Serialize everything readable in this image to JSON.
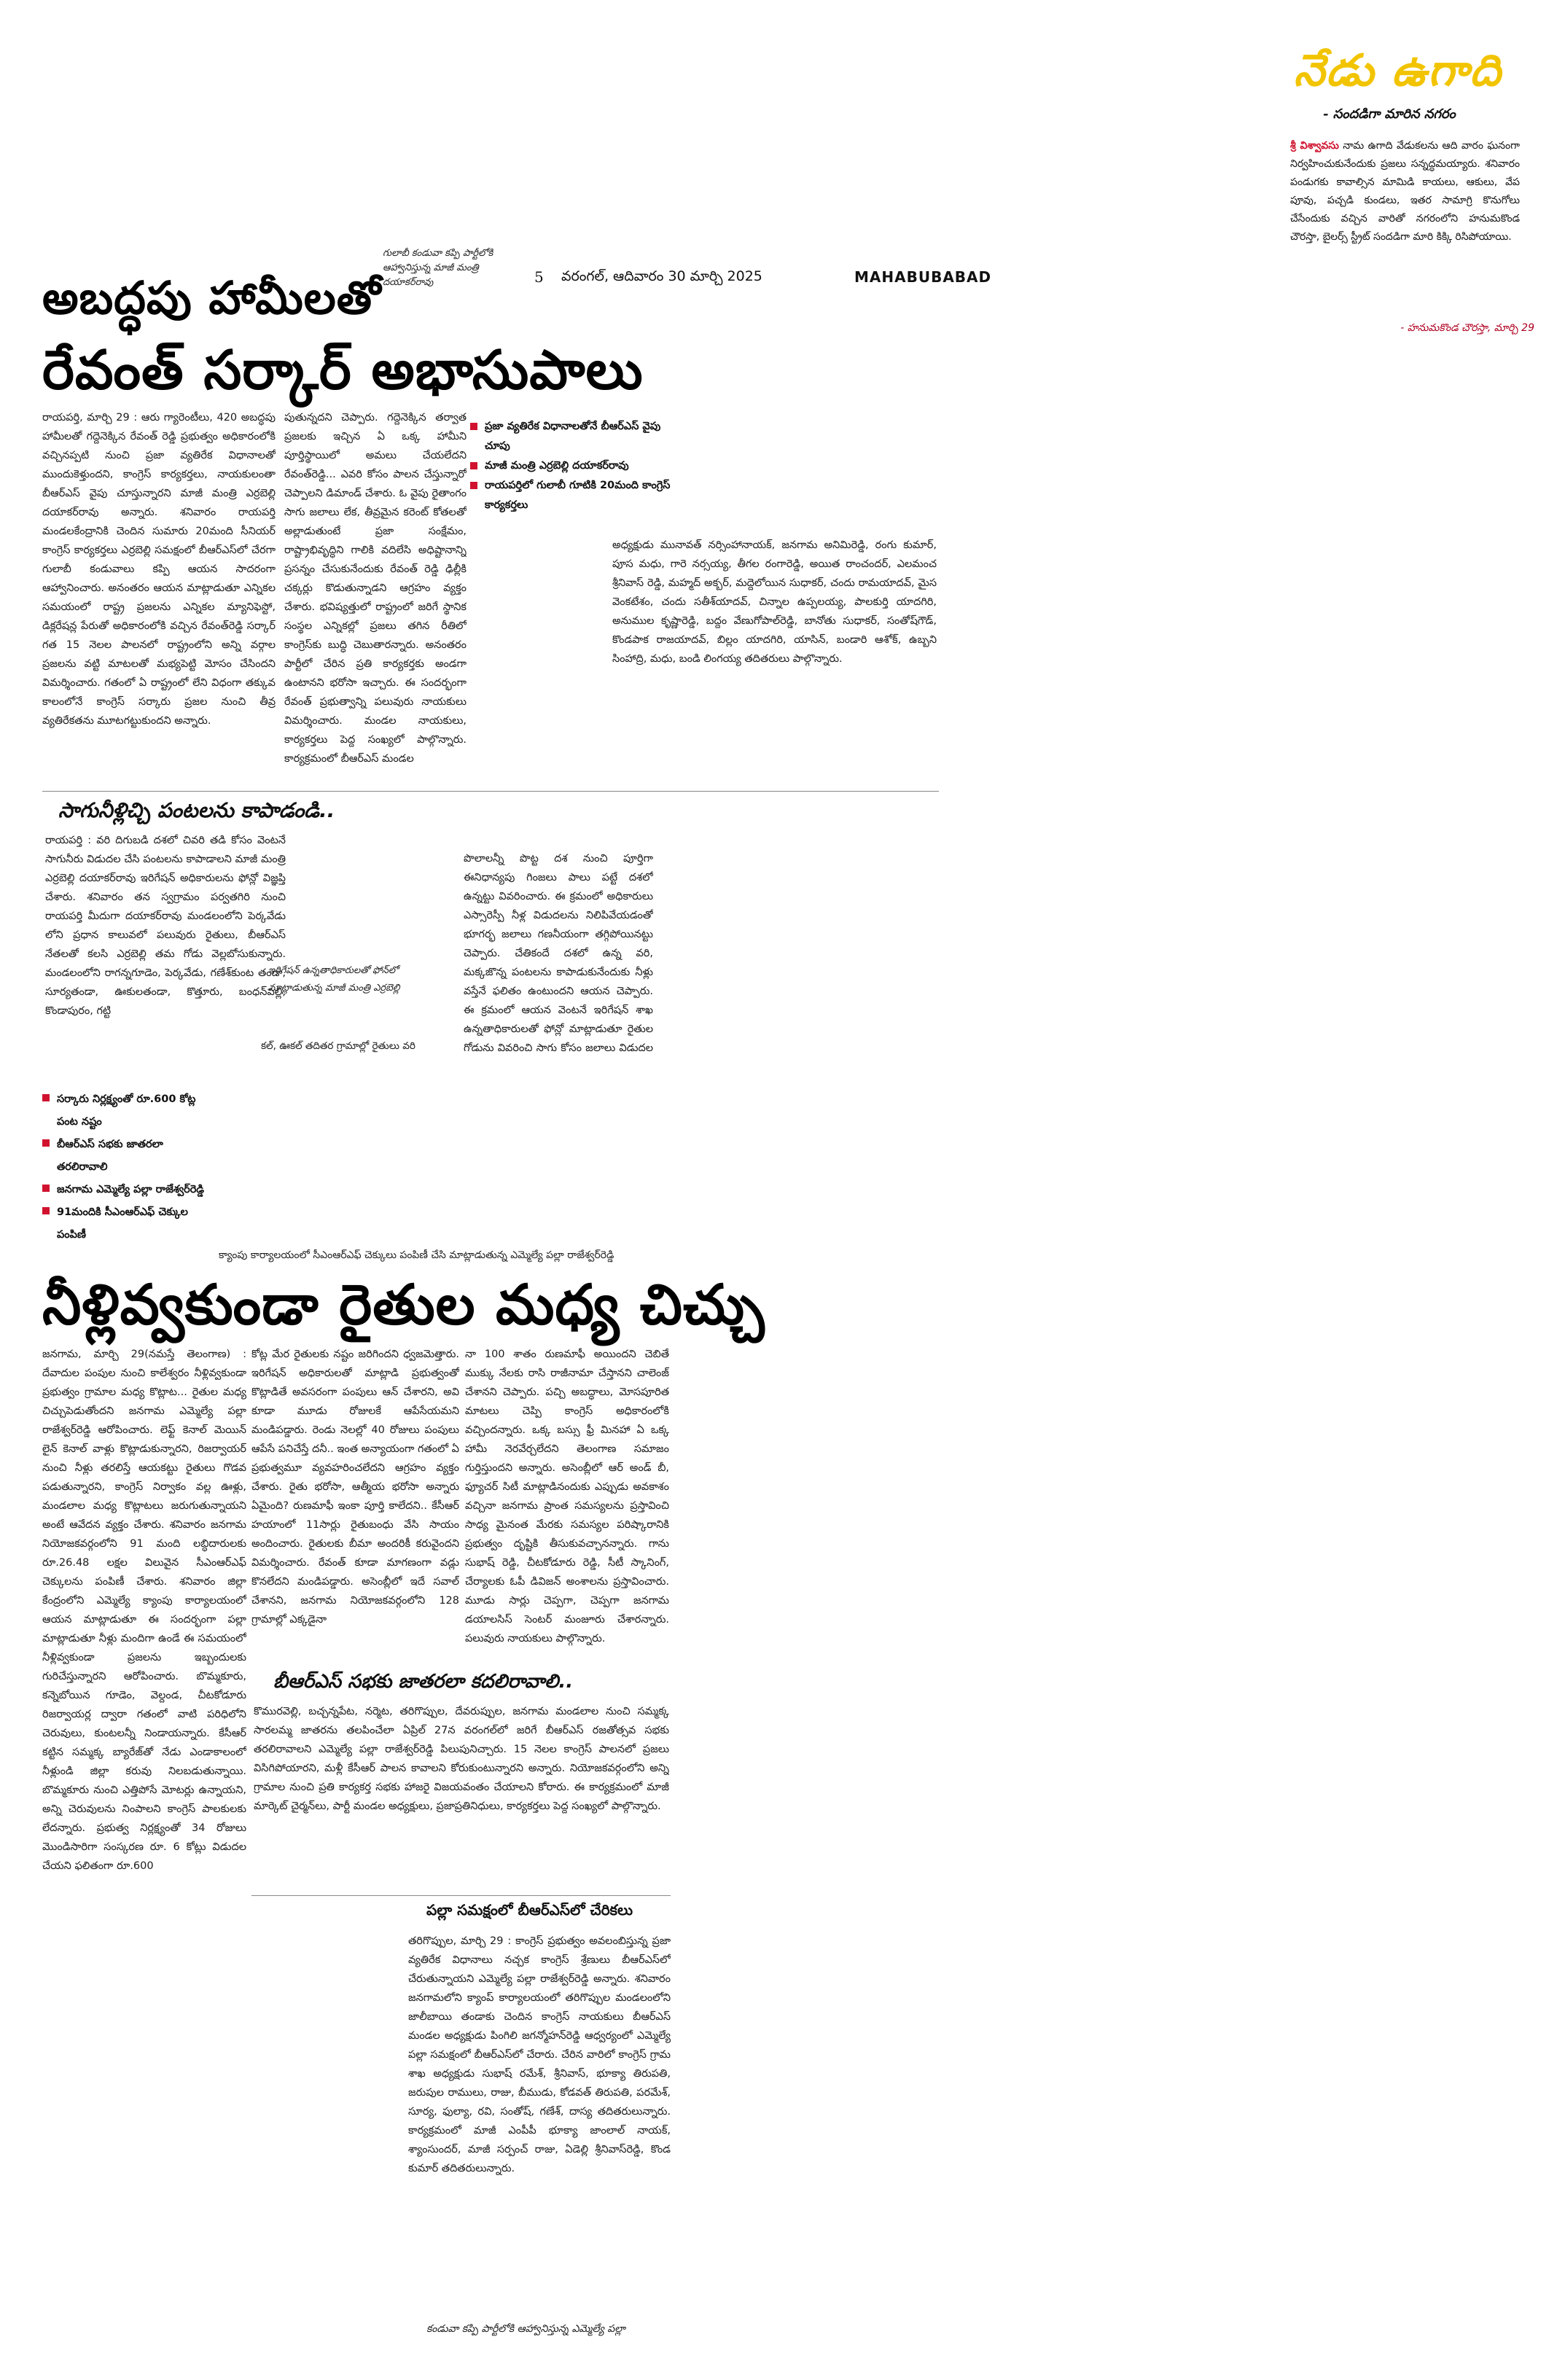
{
  "masthead": {
    "page_number": "5",
    "date_line": "వరంగల్, ఆదివారం 30 మార్చి 2025",
    "edition": "MAHABUBABAD"
  },
  "ugadi": {
    "title": "నేడు ఉగాది",
    "subtitle": "- సందడిగా మారిన నగరం",
    "body_highlight": "శ్రీ విశ్వావసు",
    "body": "నామ ఉగాది వేడుకలను ఆది వారం ఘనంగా నిర్వహించుకునేందుకు ప్రజలు సన్నద్ధమయ్యారు. శనివారం పండుగకు కావాల్సిన మామిడి కాయలు, ఆకులు, వేప పూవు, పచ్చడి కుండలు, ఇతర సామాగ్రి కొనుగోలు చేసేందుకు వచ్చిన వారితో నగరంలోని హనుమకొండ చౌరస్తా, బైలర్స్ స్ట్రీట్ సందడిగా మారి కిక్కి రిసిపోయాయి.",
    "credit": "- హనుమకొండ చౌరస్తా, మార్చి 29"
  },
  "story1": {
    "headline_line1": "అబద్ధపు హామీలతో",
    "headline_line2": "రేవంత్ సర్కార్ అభాసుపాలు",
    "kicker": "గులాబీ కండువా కప్పి పార్టీలోకి ఆహ్వానిస్తున్న మాజీ మంత్రి దయాకర్‌రావు",
    "col1": "రాయపర్తి, మార్చి 29 : ఆరు గ్యారెంటీలు, 420 అబద్ధపు హామీలతో గద్దెనెక్కిన రేవంత్ రెడ్డి ప్రభుత్వం అధికారంలోకి వచ్చినప్పటి నుంచి ప్రజా వ్యతిరేక విధానాలతో ముందుకెళ్తుందని, కాంగ్రెస్ కార్యకర్తలు, నాయకులంతా బీఆర్ఎస్ వైపు చూస్తున్నారని మాజీ మంత్రి ఎర్రబెల్లి దయాకర్‌రావు అన్నారు. శనివారం రాయపర్తి మండలకేంద్రానికి చెందిన సుమారు 20మంది సీనియర్ కాంగ్రెస్ కార్యకర్తలు ఎర్రబెల్లి సమక్షంలో బీఆర్ఎస్‌లో చేరగా గులాబీ కండువాలు కప్పి ఆయన సాదరంగా ఆహ్వానించారు. అనంతరం ఆయన మాట్లాడుతూ ఎన్నికల సమయంలో రాష్ట్ర ప్రజలను ఎన్నికల మ్యానిఫెస్టో, డిక్లరేషన్ల పేరుతో అధికారంలోకి వచ్చిన రేవంత్‌రెడ్డి సర్కార్ గత 15 నెలల పాలనలో రాష్ట్రంలోని అన్ని వర్గాల ప్రజలను వట్టి మాటలతో మభ్యపెట్టి మోసం చేసిందని విమర్శించారు. గతంలో ఏ రాష్ట్రంలో లేని విధంగా తక్కువ కాలంలోనే కాంగ్రెస్ సర్కారు ప్రజల నుంచి తీవ్ర వ్యతిరేకతను మూటగట్టుకుందని అన్నారు.",
    "col2": "పుతున్నదని చెప్పారు. గద్దెనెక్కిన తర్వాత ప్రజలకు ఇచ్చిన ఏ ఒక్క హామీని పూర్తిస్థాయిలో అమలు చేయలేదని రేవంత్‌రెడ్డి... ఎవరి కోసం పాలన చేస్తున్నారో చెప్పాలని డిమాండ్ చేశారు. ఓ వైపు రైతాంగం సాగు జలాలు లేక, తీవ్రమైన కరెంట్ కోతలతో అల్లాడుతుంటే ప్రజా సంక్షేమం, రాష్ట్రాభివృద్ధిని గాలికి వదిలేసి అధిష్టానాన్ని ప్రసన్నం చేసుకునేందుకు రేవంత్ రెడ్డి ఢిల్లీకి చక్కర్లు కొడుతున్నాడని ఆగ్రహం వ్యక్తం చేశారు. భవిష్యత్తులో రాష్ట్రంలో జరిగే స్థానిక సంస్థల ఎన్నికల్లో ప్రజలు తగిన రీతిలో కాంగ్రెస్‌కు బుద్ధి చెబుతారన్నారు. అనంతరం పార్టీలో చేరిన ప్రతి కార్యకర్తకు అండగా ఉంటానని భరోసా ఇచ్చారు. ఈ సందర్భంగా రేవంత్ ప్రభుత్వాన్ని పలువురు నాయకులు విమర్శించారు. మండల నాయకులు, కార్యకర్తలు పెద్ద సంఖ్యలో పాల్గొన్నారు. కార్యక్రమంలో బీఆర్ఎస్ మండల",
    "bullets": [
      "ప్రజా వ్యతిరేక విధానాలతోనే బీఆర్ఎస్ వైపు చూపు",
      "మాజీ మంత్రి ఎర్రబెల్లి దయాకర్‌రావు",
      "రాయపర్తిలో గులాబీ గూటికి 20మంది కాంగ్రెస్ కార్యకర్తలు"
    ],
    "col3": "అధ్యక్షుడు మునావత్ నర్సింహానాయక్, జనగామ అనిమిరెడ్డి, రంగు కుమార్, పూస మధు, గారె నర్సయ్య, తీగల రంగారెడ్డి, అయిత రాంచందర్, ఎలమంచ శ్రీనివాస్ రెడ్డి, మహ్మద్ అక్బర్, మద్దెలోయిన సుధాకర్, చందు రామయాదవ్, మైస వెంకటేశం, చందు సతీశ్‌యాదవ్, చిన్నాల ఉప్పలయ్య, పాలకుర్తి యాదగిరి, అనుముల కృష్ణారెడ్డి, బద్దం వేణుగోపాల్‌రెడ్డి, బానోతు సుధాకర్, సంతోష్‌గౌడ్, కొండపాక రాజయాదవ్, బిల్లం యాదగిరి, యాసిన్, బండారి ఆశోక్, ఉబ్బని సింహాద్రి, మధు, బండి లింగయ్య తదితరులు పాల్గొన్నారు."
  },
  "story2": {
    "headline": "సాగునీళ్లిచ్చి పంటలను కాపాడండి..",
    "col1": "రాయపర్తి : వరి దిగుబడి దశలో చివరి తడి కోసం వెంటనే సాగునీరు విడుదల చేసి పంటలను కాపాడాలని మాజీ మంత్రి ఎర్రబెల్లి దయాకర్‌రావు ఇరిగేషన్ అధికారులను ఫోన్లో విజ్ఞప్తి చేశారు. శనివారం తన స్వగ్రామం పర్వతగిరి నుంచి రాయపర్తి మీదుగా దయాకర్‌రావు మండలంలోని పెర్కవేడు లోని ప్రధాన కాలువలో పలువురు రైతులు, బీఆర్ఎస్ నేతలతో కలసి ఎర్రబెల్లి తమ గోడు వెల్లబోసుకున్నారు. మండలంలోని రాగన్నగూడెం, పెర్కవేడు, గణేశ్‌కుంట తండా, సూర్యతండా, ఊకులతండా, కొత్తూరు, బంధన్‌పల్లి, కొండాపురం, గట్టి",
    "caption": "ఇరిగేషన్ ఉన్నతాధికారులతో ఫోన్‌లో మాట్లాడుతున్న మాజీ మంత్రి ఎర్రబెల్లి",
    "col2_lead": "కల్, ఊకల్ తదితర గ్రామాల్లో రైతులు వరి",
    "col3": "పొలాలన్నీ పొట్ట దశ నుంచి పూర్తిగా ఈనిధాన్యపు గింజలు పాలు పట్టే దశలో ఉన్నట్టు వివరించారు. ఈ క్రమంలో అధికారులు ఎస్సారెస్పీ నీళ్ల విడుదలను నిలిపివేయడంతో భూగర్భ జలాలు గణనీయంగా తగ్గిపోయినట్టు చెప్పారు. చేతికందే దశలో ఉన్న వరి, మక్కజొన్న పంటలను కాపాడుకునేందుకు నీళ్లు వస్తేనే ఫలితం ఉంటుందని ఆయన చెప్పారు. ఈ క్రమంలో ఆయన వెంటనే ఇరిగేషన్ శాఖ ఉన్నతాధికారులతో ఫోన్లో మాట్లాడుతూ రైతుల గోడును వివరించి సాగు కోసం జలాలు విడుదల చేయాలని కోరారు."
  },
  "story3": {
    "bullets": [
      "సర్కారు నిర్లక్ష్యంతో రూ.600 కోట్ల పంట నష్టం",
      "బీఆర్ఎస్ సభకు జాతరలా తరలిరావాలి",
      "జనగామ ఎమ్మెల్యే పల్లా రాజేశ్వర్‌రెడ్డి",
      "91మందికి సీఎంఆర్ఎఫ్ చెక్కుల పంపిణీ"
    ],
    "photo_caption": "క్యాంపు కార్యాలయంలో సీఎంఆర్ఎఫ్ చెక్కులు పంపిణీ చేసి మాట్లాడుతున్న ఎమ్మెల్యే పల్లా రాజేశ్వర్‌రెడ్డి",
    "headline": "నీళ్లివ్వకుండా రైతుల మధ్య చిచ్చు",
    "col1": "జనగామ, మార్చి 29(నమస్తే తెలంగాణ) : దేవాదుల పంపుల నుంచి కాలేశ్వరం నీళ్లివ్వకుండా ప్రభుత్వం గ్రామాల మధ్య కొట్లాట... రైతుల మధ్య చిచ్చుపెడుతోందని జనగామ ఎమ్మెల్యే పల్లా రాజేశ్వర్‌రెడ్డి ఆరోపించారు. లెఫ్ట్ కెనాల్ మెయిన్ లైన్ కెనాల్ వాళ్లు కొట్లాడుకున్నారని, రిజర్వాయర్ నుంచి నీళ్లు తరలిస్తే ఆయకట్టు రైతులు గొడవ పడుతున్నారని, కాంగ్రెస్ నిర్వాకం వల్ల ఊళ్లు, మండలాల మధ్య కొట్లాటలు జరుగుతున్నాయని అంటే ఆవేదన వ్యక్తం చేశారు. శనివారం జనగామ నియోజకవర్గంలోని 91 మంది లబ్ధిదారులకు రూ.26.48 లక్షల విలువైన సీఎంఆర్ఎఫ్ చెక్కులను పంపిణీ చేశారు. శనివారం జిల్లా కేంద్రంలోని ఎమ్మెల్యే క్యాంపు కార్యాలయంలో ఆయన మాట్లాడుతూ ఈ సందర్భంగా పల్లా మాట్లాడుతూ నీళ్లు మందిగా ఉండే ఈ సమయంలో నీళ్లివ్వకుండా ప్రజలను ఇబ్బందులకు గురిచేస్తున్నారని ఆరోపించారు. బొమ్మకూరు, కన్నెబోయిన గూడెం, వెల్దండ, చీటకోడూరు రిజర్వాయర్ల ద్వారా గతంలో వాటి పరిధిలోని చెరువులు, కుంటలన్నీ నిండాయన్నారు. కేసీఆర్ కట్టిన సమ్మక్క బ్యారేజ్‌తో నేడు ఎండాకాలంలో నీళ్లుండి జిల్లా కరువు నిలబడుతున్నాయి. బొమ్మకూరు నుంచి ఎత్తిపోసే మోటర్లు ఉన్నాయని, అన్ని చెరువులను నింపాలని కాంగ్రెస్ పాలకులకు లేదన్నారు. ప్రభుత్వ నిర్లక్ష్యంతో 34 రోజులు మొండిసారిగా సంస్కరణ రూ. 6 కోట్లు విడుదల చేయని ఫలితంగా రూ.600",
    "col2": "కోట్ల మేర రైతులకు నష్టం జరిగిందని ధ్వజమెత్తారు. ఇరిగేషన్ అధికారులతో మాట్లాడి ప్రభుత్వంతో కొట్లాడితే అవసరంగా పంపులు ఆన్ చేశారని, అవి కూడా మూడు రోజులకే ఆపేసేయమని మండిపడ్డారు. రెండు నెలల్లో 40 రోజులు పంపులు ఆపేసే పనిచేస్తే దనీ.. ఇంత అన్యాయంగా గతంలో ఏ ప్రభుత్వమూ వ్యవహరించలేదని ఆగ్రహం వ్యక్తం చేశారు. రైతు భరోసా, ఆత్మీయ భరోసా అన్నారు ఏమైంది? రుణమాఫీ ఇంకా పూర్తి కాలేదని.. కేసీఆర్ హయాంలో 11సార్లు రైతుబంధు వేసి సాయం అందించారు. రైతులకు బీమా అందరికీ కరువైందని విమర్శించారు. రేవంత్ కూడా మాగణంగా వడ్లు కొనలేదని మండిపడ్డారు. అసెంబ్లీలో ఇదే సవాల్ చేశానని, జనగామ నియోజకవర్గంలోని 128 గ్రామాల్లో ఎక్కడైనా",
    "col3": "నా 100 శాతం రుణమాఫీ అయిందని చెబితే ముక్కు నేలకు రాసి రాజీనామా చేస్తానని చాలెంజ్ చేశానని చెప్పారు. పచ్చి అబద్ధాలు, మోసపూరిత మాటలు చెప్పి కాంగ్రెస్ అధికారంలోకి వచ్చిందన్నారు. ఒక్క బస్సు ఫ్రీ మినహా ఏ ఒక్క హామీ నెరవేర్చలేదని తెలంగాణ సమాజం గుర్తిస్తుందని అన్నారు. అసెంబ్లీలో ఆర్ అండ్ బీ, ఫ్యూచర్ సిటీ మాట్లాడినందుకు ఎప్పుడు అవకాశం వచ్చినా జనగామ ప్రాంత సమస్యలను ప్రస్తావించి సాధ్య మైనంత మేరకు సమస్యల పరిష్కారానికి ప్రభుత్వం దృష్టికి తీసుకువచ్చానన్నారు. గాను సుభాష్ రెడ్డి, చీటకోడూరు రెడ్డి, సీటీ స్కానింగ్, చేర్యాలకు ఓపీ డివిజన్ అంశాలను ప్రస్తావించారు. మూడు సార్లు చెప్పగా, చెప్పగా జనగామ డయాలసిస్ సెంటర్ మంజూరు చేశారన్నారు. పలువురు నాయకులు పాల్గొన్నారు.",
    "sub_headline": "బీఆర్ఎస్ సభకు జాతరలా కదలిరావాలి..",
    "sub_body": "కొమురవెల్లి, బచ్చన్నపేట, నర్మెట, తరిగొప్పుల, దేవరుప్పుల, జనగామ మండలాల నుంచి సమ్మక్క సారలమ్మ జాతరను తలపించేలా ఏప్రిల్ 27న వరంగల్‌లో జరిగే బీఆర్ఎస్ రజతోత్సవ సభకు తరలిరావాలని ఎమ్మెల్యే పల్లా రాజేశ్వర్‌రెడ్డి పిలుపునిచ్చారు. 15 నెలల కాంగ్రెస్ పాలనలో ప్రజలు విసిగిపోయారని, మళ్లీ కేసీఆర్ పాలన కావాలని కోరుకుంటున్నారని అన్నారు. నియోజకవర్గంలోని అన్ని గ్రామాల నుంచి ప్రతి కార్యకర్త సభకు హాజరై విజయవంతం చేయాలని కోరారు. ఈ కార్యక్రమంలో మాజీ మార్కెట్ చైర్మన్‌లు, పార్టీ మండల అధ్యక్షులు, ప్రజాప్రతినిధులు, కార్యకర్తలు పెద్ద సంఖ్యలో పాల్గొన్నారు."
  },
  "story4": {
    "headline": "పల్లా సమక్షంలో బీఆర్ఎస్‌లో చేరికలు",
    "body": "తరిగొప్పుల, మార్చి 29 : కాంగ్రెస్ ప్రభుత్వం అవలంబిస్తున్న ప్రజా వ్యతిరేక విధానాలు నచ్చక కాంగ్రెస్ శ్రేణులు బీఆర్ఎస్‌లో చేరుతున్నాయని ఎమ్మెల్యే పల్లా రాజేశ్వర్‌రెడ్డి అన్నారు. శనివారం జనగామలోని క్యాంప్ కార్యాలయంలో తరిగొప్పుల మండలంలోని జాలీబాయి తండాకు చెందిన కాంగ్రెస్ నాయకులు బీఆర్ఎస్ మండల అధ్యక్షుడు పింగిలి జగన్మోహన్‌రెడ్డి ఆధ్వర్యంలో ఎమ్మెల్యే పల్లా సమక్షంలో బీఆర్ఎస్‌లో చేరారు. చేరిన వారిలో కాంగ్రెస్ గ్రామ శాఖ అధ్యక్షుడు సుభాష్ రమేశ్, శ్రీనివాస్, భూక్యా తిరుపతి, జరుపుల రాములు, రాజు, బీముడు, కోడవత్ తిరుపతి, పరమేశ్, సూర్య, ఫుల్యా, రవి, సంతోష్, గణేశ్, దాస్య తదితరులున్నారు. కార్యక్రమంలో మాజీ ఎంపీపీ భూక్యా జాంలాల్ నాయక్, శ్యాంసుందర్, మాజీ సర్పంచ్ రాజు, ఏడెల్లి శ్రీనివాస్‌రెడ్డి, కొండ కుమార్ తదితరులున్నారు.",
    "photo_caption": "కండువా కప్పి పార్టీలోకి ఆహ్వానిస్తున్న ఎమ్మెల్యే పల్లా"
  }
}
